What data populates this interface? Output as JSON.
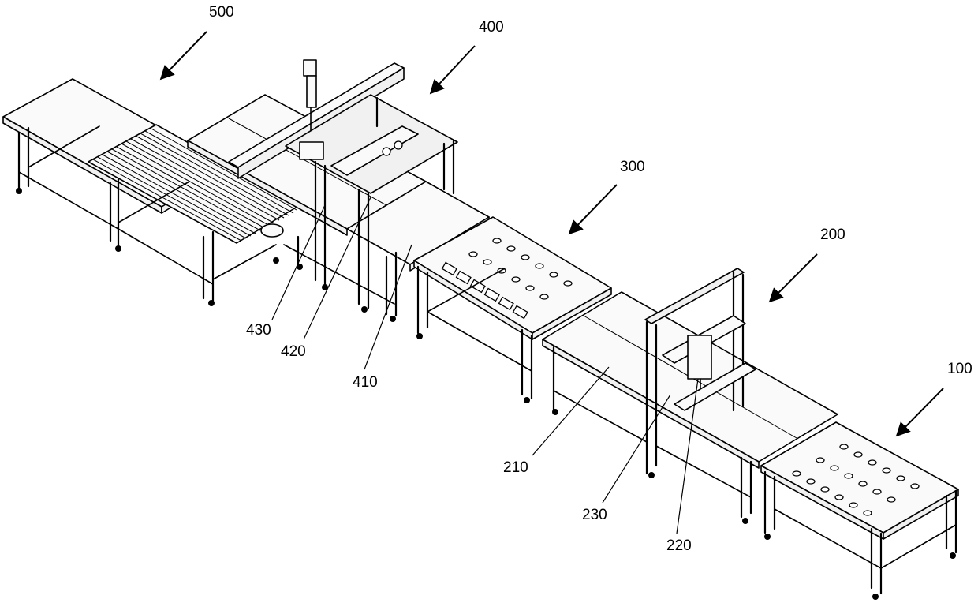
{
  "labels": {
    "l500": "500",
    "l400": "400",
    "l300": "300",
    "l200": "200",
    "l100": "100",
    "l430": "430",
    "l420": "420",
    "l410": "410",
    "l210": "210",
    "l230": "230",
    "l220": "220"
  },
  "colors": {
    "line": "#000000",
    "background": "#ffffff"
  }
}
